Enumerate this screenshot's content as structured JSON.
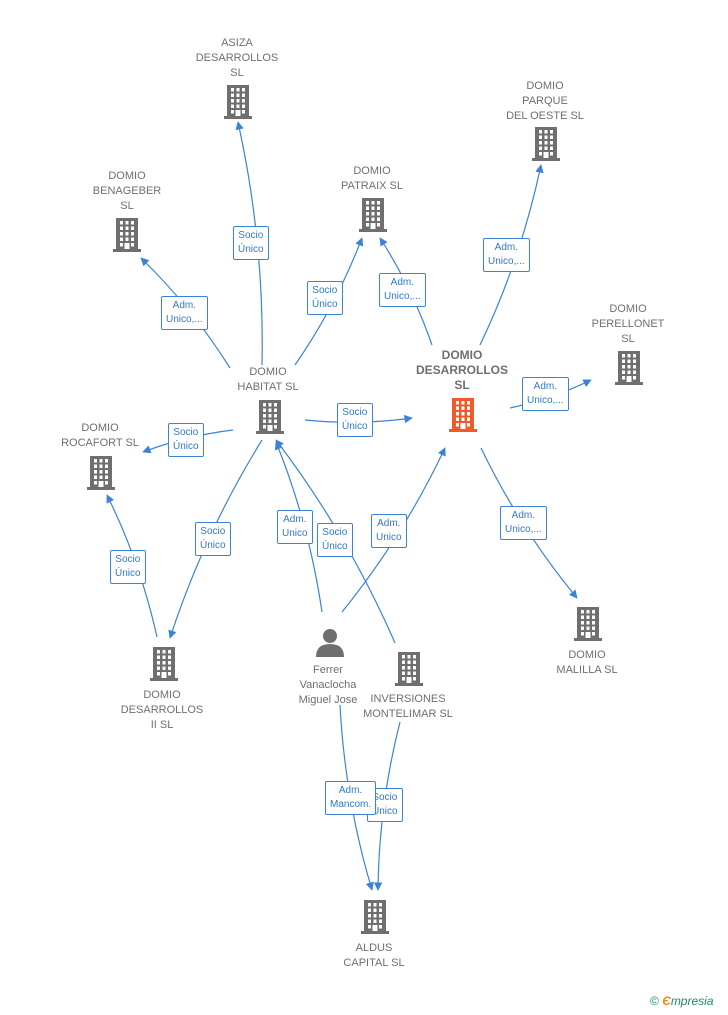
{
  "nodes": {
    "asiza": {
      "lines": [
        "ASIZA",
        "DESARROLLOS",
        "SL"
      ],
      "kind": "company"
    },
    "parque": {
      "lines": [
        "DOMIO",
        "PARQUE",
        "DEL OESTE  SL"
      ],
      "kind": "company"
    },
    "benageber": {
      "lines": [
        "DOMIO",
        "BENAGEBER",
        "SL"
      ],
      "kind": "company"
    },
    "patraix": {
      "lines": [
        "DOMIO",
        "PATRAIX  SL"
      ],
      "kind": "company"
    },
    "perellonet": {
      "lines": [
        "DOMIO",
        "PERELLONET",
        "SL"
      ],
      "kind": "company"
    },
    "habitat": {
      "lines": [
        "DOMIO",
        "HABITAT  SL"
      ],
      "kind": "company"
    },
    "desarrollos": {
      "lines": [
        "DOMIO",
        "DESARROLLOS",
        "SL"
      ],
      "kind": "focus"
    },
    "rocafort": {
      "lines": [
        "DOMIO",
        "ROCAFORT  SL"
      ],
      "kind": "company"
    },
    "malilla": {
      "lines": [
        "DOMIO",
        "MALILLA  SL"
      ],
      "kind": "company"
    },
    "desarrollos2": {
      "lines": [
        "DOMIO",
        "DESARROLLOS",
        "II  SL"
      ],
      "kind": "company"
    },
    "ferrer": {
      "lines": [
        "Ferrer",
        "Vanaclocha",
        "Miguel Jose"
      ],
      "kind": "person"
    },
    "inversiones": {
      "lines": [
        "INVERSIONES",
        "MONTELIMAR SL"
      ],
      "kind": "company"
    },
    "aldus": {
      "lines": [
        "ALDUS",
        "CAPITAL SL"
      ],
      "kind": "company"
    }
  },
  "edge_labels": {
    "e1": [
      "Socio",
      "Único"
    ],
    "e2": [
      "Adm.",
      "Unico,..."
    ],
    "e3": [
      "Socio",
      "Único"
    ],
    "e4": [
      "Adm.",
      "Unico,..."
    ],
    "e5": [
      "Adm.",
      "Unico,..."
    ],
    "e6": [
      "Adm.",
      "Unico,..."
    ],
    "e7": [
      "Socio",
      "Único"
    ],
    "e8": [
      "Socio",
      "Único"
    ],
    "e9": [
      "Adm.",
      "Unico,..."
    ],
    "e10": [
      "Socio",
      "Único"
    ],
    "e11": [
      "Adm.",
      "Unico"
    ],
    "e12": [
      "Socio",
      "Único"
    ],
    "e13": [
      "Adm.",
      "Unico"
    ],
    "e14": [
      "Socio",
      "Único"
    ],
    "e15": [
      "Socio",
      "Único"
    ],
    "e16": [
      "Adm.",
      "Mancom."
    ]
  },
  "brand": {
    "copyright": "©",
    "e": "Є",
    "rest": "mpresia"
  },
  "colors": {
    "node": "#6f6f6f",
    "focus": "#f05a28",
    "edge": "#3b83d6",
    "edge_text": "#2f78cf"
  }
}
